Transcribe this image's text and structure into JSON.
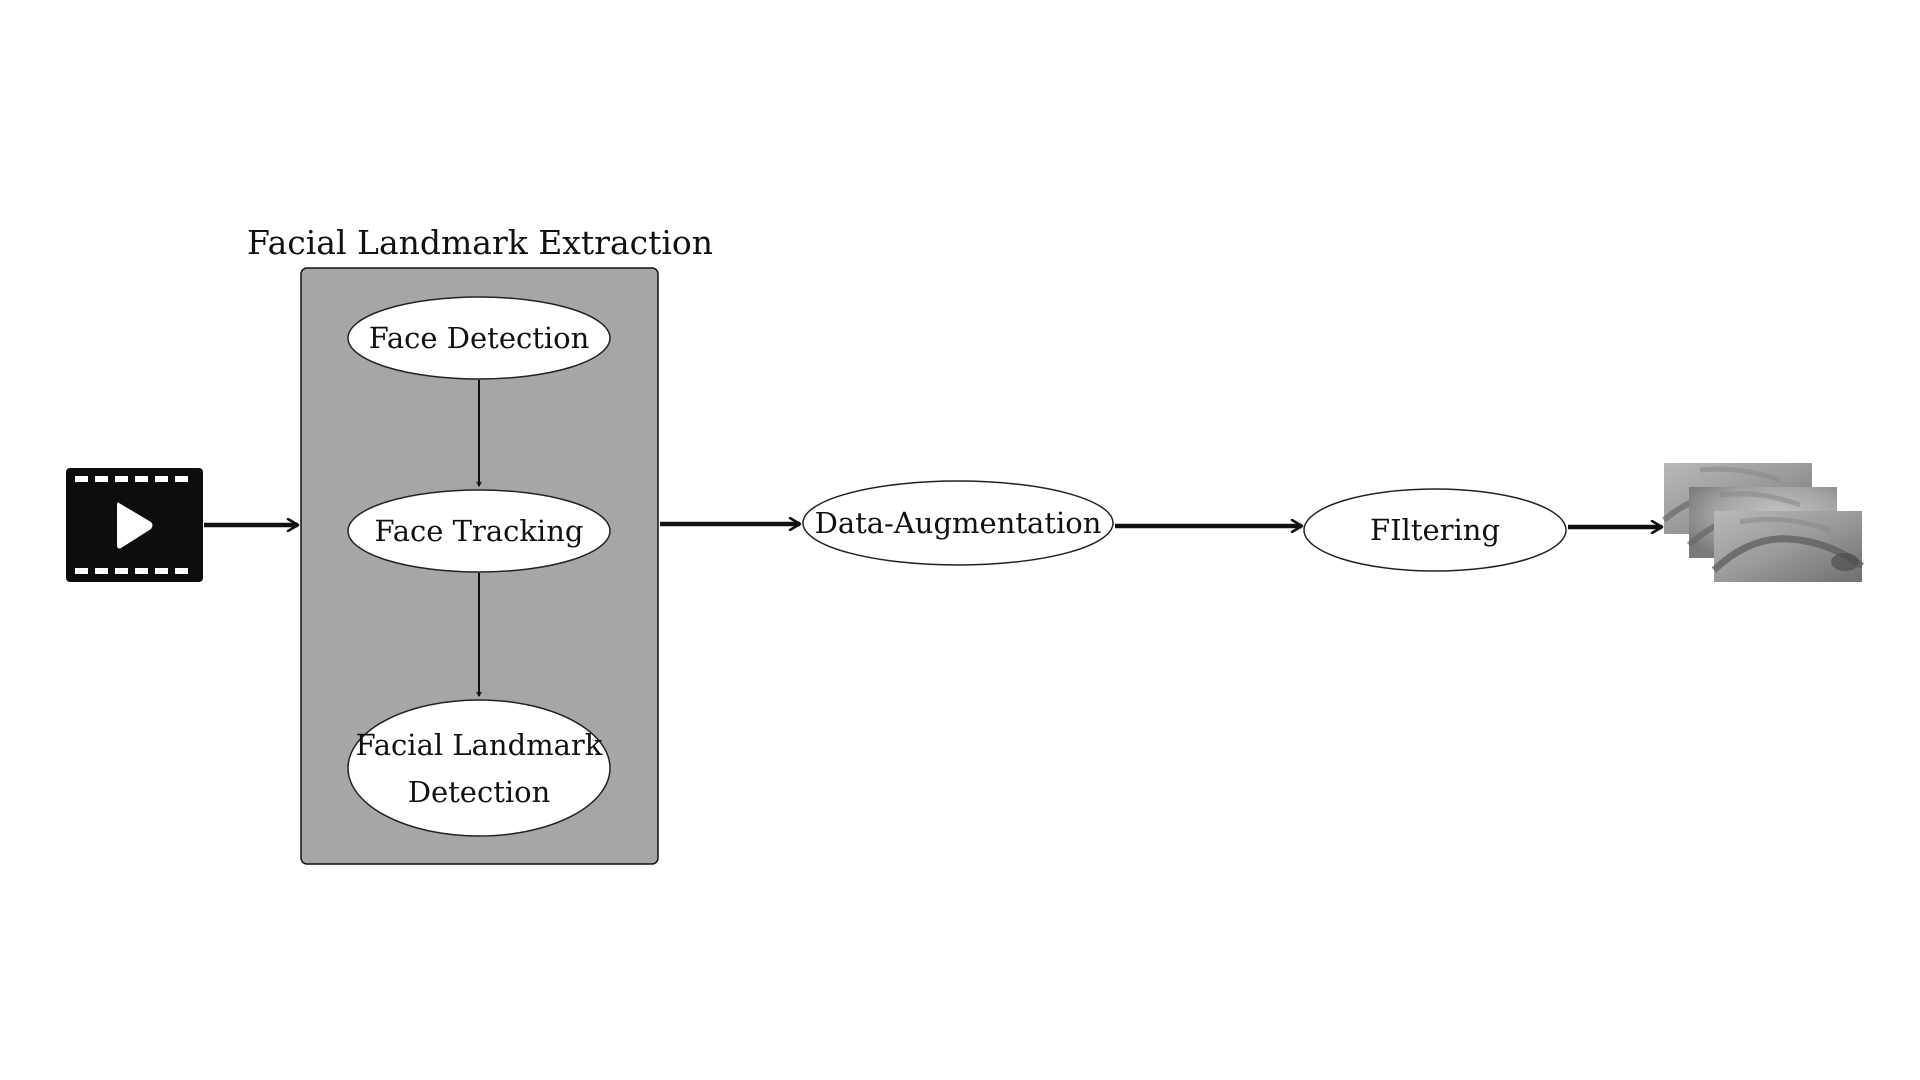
{
  "diagram": {
    "group": {
      "title": "Facial Landmark Extraction",
      "fill": "#a6a6a6",
      "nodes": [
        {
          "label": "Face Detection"
        },
        {
          "label": "Face Tracking"
        },
        {
          "label_line1": "Facial Landmark",
          "label_line2": "Detection"
        }
      ]
    },
    "nodes": [
      {
        "label": "Data-Augmentation"
      },
      {
        "label": "FIltering"
      }
    ],
    "input_icon": "video-play-icon",
    "output_icon": "face-crop-stack-icon",
    "colors": {
      "arrow": "#111111",
      "node_fill": "#ffffff",
      "node_stroke": "#222222"
    }
  }
}
